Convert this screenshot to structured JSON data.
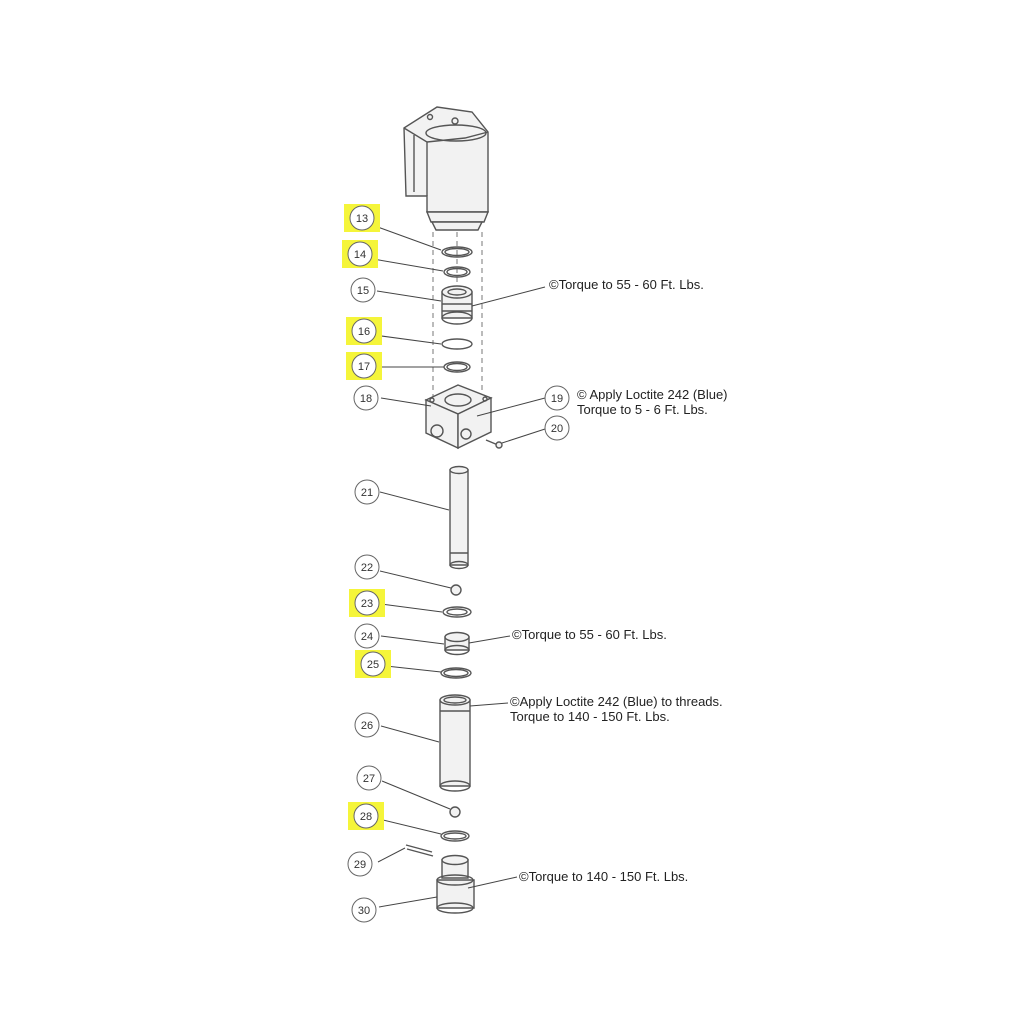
{
  "diagram": {
    "highlight_color": "#f5f53a",
    "bubbles": [
      {
        "label": "13",
        "highlighted": true
      },
      {
        "label": "14",
        "highlighted": true
      },
      {
        "label": "15",
        "highlighted": false
      },
      {
        "label": "16",
        "highlighted": true
      },
      {
        "label": "17",
        "highlighted": true
      },
      {
        "label": "18",
        "highlighted": false
      },
      {
        "label": "19",
        "highlighted": false
      },
      {
        "label": "20",
        "highlighted": false
      },
      {
        "label": "21",
        "highlighted": false
      },
      {
        "label": "22",
        "highlighted": false
      },
      {
        "label": "23",
        "highlighted": true
      },
      {
        "label": "24",
        "highlighted": false
      },
      {
        "label": "25",
        "highlighted": true
      },
      {
        "label": "26",
        "highlighted": false
      },
      {
        "label": "27",
        "highlighted": false
      },
      {
        "label": "28",
        "highlighted": true
      },
      {
        "label": "29",
        "highlighted": false
      },
      {
        "label": "30",
        "highlighted": false
      }
    ],
    "notes": [
      {
        "lines": [
          "©Torque to 55 - 60 Ft. Lbs."
        ]
      },
      {
        "lines": [
          "© Apply Loctite 242 (Blue)",
          "Torque to 5 - 6 Ft. Lbs."
        ]
      },
      {
        "lines": [
          "©Torque to 55 - 60 Ft. Lbs."
        ]
      },
      {
        "lines": [
          "©Apply Loctite 242 (Blue) to threads.",
          "Torque to 140 - 150 Ft. Lbs."
        ]
      },
      {
        "lines": [
          "©Torque to 140 - 150 Ft. Lbs."
        ]
      }
    ]
  }
}
